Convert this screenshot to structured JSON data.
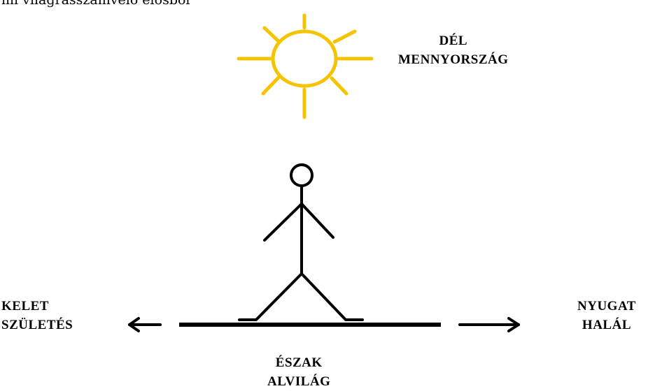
{
  "top_caption": "mi világrasszamvelő elösből",
  "colors": {
    "sun": "#F5C400",
    "ink": "#000000",
    "background": "#FFFFFF"
  },
  "south": {
    "line1": "DÉL",
    "line2": "MENNYORSZÁG"
  },
  "east": {
    "line1": "KELET",
    "line2": "SZÜLETÉS"
  },
  "west": {
    "line1": "NYUGAT",
    "line2": "HALÁL"
  },
  "north": {
    "line1": "ÉSZAK",
    "line2": "ALVILÁG"
  }
}
